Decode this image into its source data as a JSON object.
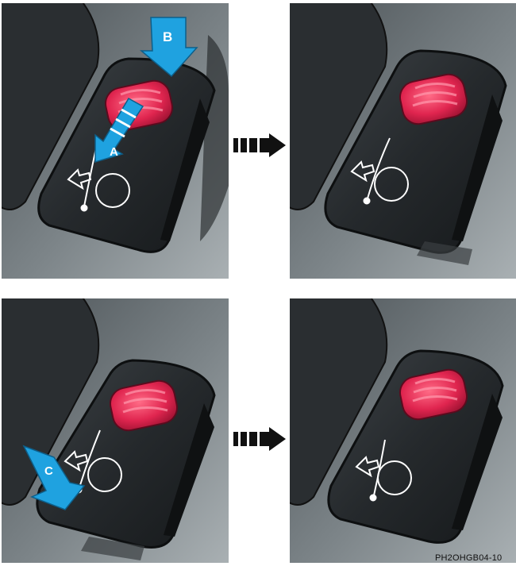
{
  "labels": {
    "a": "A",
    "b": "B",
    "c": "C"
  },
  "caption": "PH2OHGB04-10",
  "colors": {
    "cue_arrow": "#1fa2e0",
    "button_red": "#e0254f",
    "switch_body": "#232629",
    "background": "#6b7276"
  },
  "icons": [
    "rear-wiper-icon",
    "step-arrow-icon"
  ]
}
